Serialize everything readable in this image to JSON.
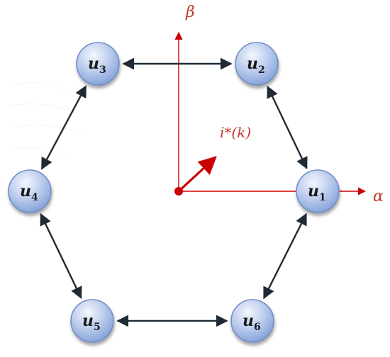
{
  "axes": {
    "alpha_label": "α",
    "beta_label": "β",
    "color": "#cc0000"
  },
  "reference_vector": {
    "label": "i*(k)",
    "color": "#cc0000"
  },
  "nodes": [
    {
      "id": "u1",
      "letter": "u",
      "sub": "1"
    },
    {
      "id": "u2",
      "letter": "u",
      "sub": "2"
    },
    {
      "id": "u3",
      "letter": "u",
      "sub": "3"
    },
    {
      "id": "u4",
      "letter": "u",
      "sub": "4"
    },
    {
      "id": "u5",
      "letter": "u",
      "sub": "5"
    },
    {
      "id": "u6",
      "letter": "u",
      "sub": "6"
    }
  ],
  "edges": [
    [
      "u1",
      "u2"
    ],
    [
      "u2",
      "u3"
    ],
    [
      "u3",
      "u4"
    ],
    [
      "u4",
      "u5"
    ],
    [
      "u5",
      "u6"
    ],
    [
      "u6",
      "u1"
    ]
  ],
  "colors": {
    "node_fill_light": "#dfe8f7",
    "node_fill_dark": "#7f9fd6",
    "node_stroke": "#6f8cc4",
    "edge": "#1f2a36"
  }
}
